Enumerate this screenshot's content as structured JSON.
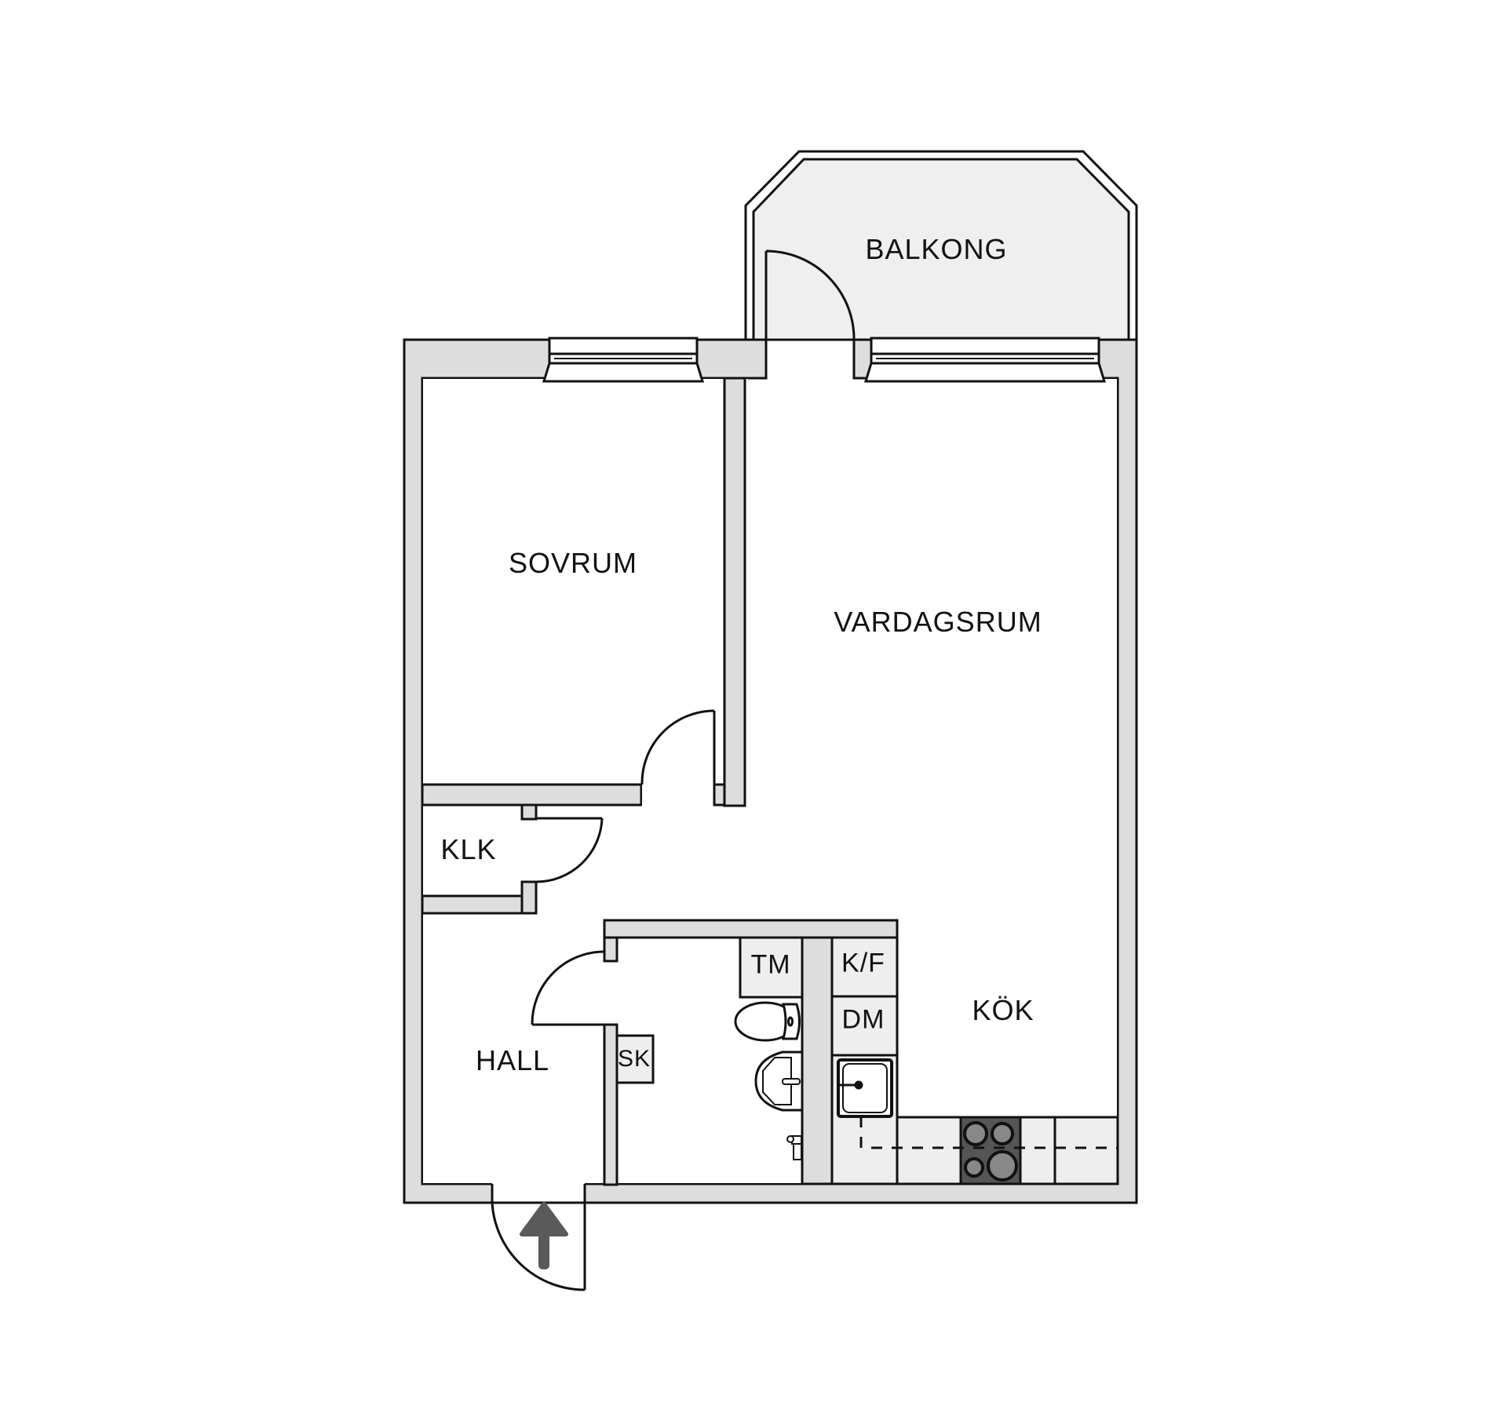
{
  "plan": {
    "colors": {
      "wall_fill": "#dddddd",
      "balcony_fill": "#efefef",
      "cabinet_fill": "#eeeeee",
      "stroke": "#111111",
      "stove_fill": "#555555",
      "burner_fill": "#888888",
      "arrow_fill": "#5a5a5a"
    },
    "rooms": {
      "balcony": "BALKONG",
      "bedroom": "SOVRUM",
      "living_room": "VARDAGSRUM",
      "closet": "KLK",
      "hall": "HALL",
      "kitchen": "KÖK",
      "wardrobe": "SK",
      "washer": "TM",
      "fridge_freezer": "K/F",
      "dishwasher": "DM"
    }
  }
}
